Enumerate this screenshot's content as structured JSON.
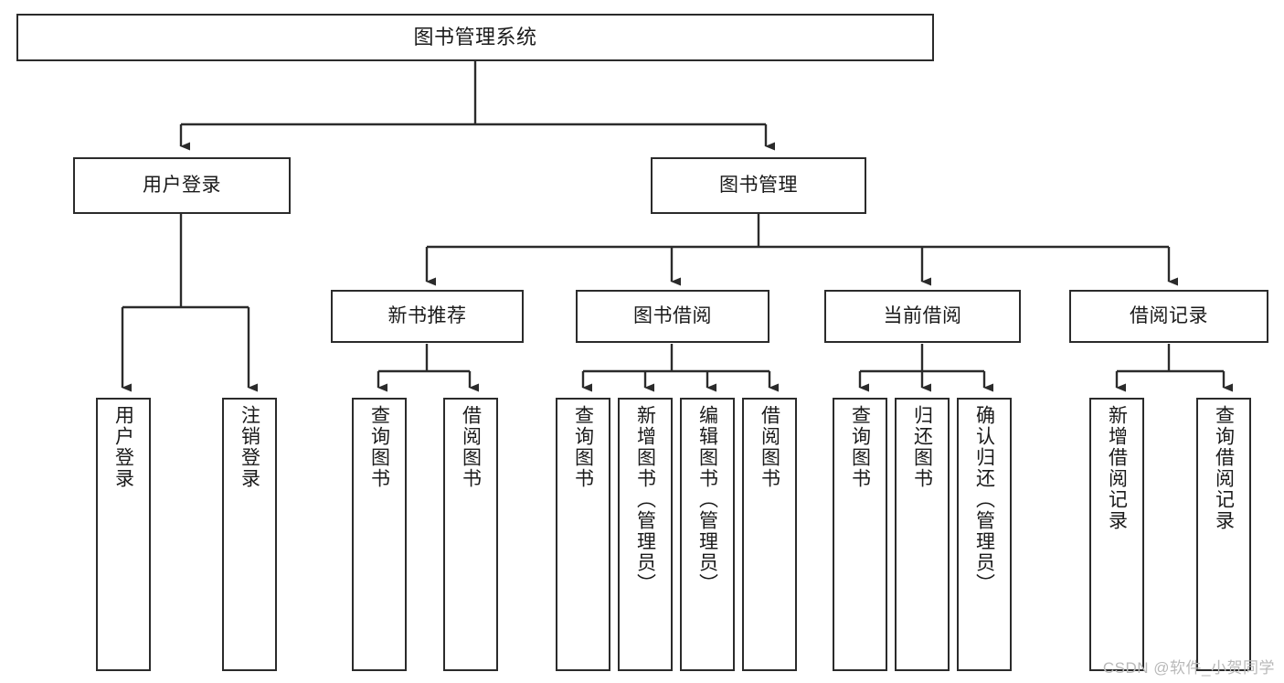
{
  "diagram": {
    "title": "图书管理系统",
    "type": "tree",
    "stroke_color": "#2b2b2b",
    "fill_color": "#ffffff",
    "text_color": "#1a1a1a"
  },
  "nodes": {
    "root": {
      "label": "图书管理系统"
    },
    "level2": [
      {
        "id": "user-login",
        "label": "用户登录"
      },
      {
        "id": "book-manage",
        "label": "图书管理"
      }
    ],
    "level3": [
      {
        "id": "new-book-rec",
        "label": "新书推荐"
      },
      {
        "id": "book-borrow",
        "label": "图书借阅"
      },
      {
        "id": "current-borrow",
        "label": "当前借阅"
      },
      {
        "id": "borrow-record",
        "label": "借阅记录"
      }
    ],
    "leaves": {
      "user-login": [
        {
          "id": "leaf-user-login",
          "label": "用户登录"
        },
        {
          "id": "leaf-logout",
          "label": "注销登录"
        }
      ],
      "new-book-rec": [
        {
          "id": "leaf-query-book-1",
          "label": "查询图书"
        },
        {
          "id": "leaf-borrow-book-1",
          "label": "借阅图书"
        }
      ],
      "book-borrow": [
        {
          "id": "leaf-query-book-2",
          "label": "查询图书"
        },
        {
          "id": "leaf-add-book",
          "label": "新增图书（管理员）"
        },
        {
          "id": "leaf-edit-book",
          "label": "编辑图书（管理员）"
        },
        {
          "id": "leaf-borrow-book-2",
          "label": "借阅图书"
        }
      ],
      "current-borrow": [
        {
          "id": "leaf-query-book-3",
          "label": "查询图书"
        },
        {
          "id": "leaf-return-book",
          "label": "归还图书"
        },
        {
          "id": "leaf-confirm-return",
          "label": "确认归还（管理员）"
        }
      ],
      "borrow-record": [
        {
          "id": "leaf-add-record",
          "label": "新增借阅记录"
        },
        {
          "id": "leaf-query-record",
          "label": "查询借阅记录"
        }
      ]
    }
  },
  "watermark": {
    "text": "CSDN @软件_小贺同学"
  }
}
